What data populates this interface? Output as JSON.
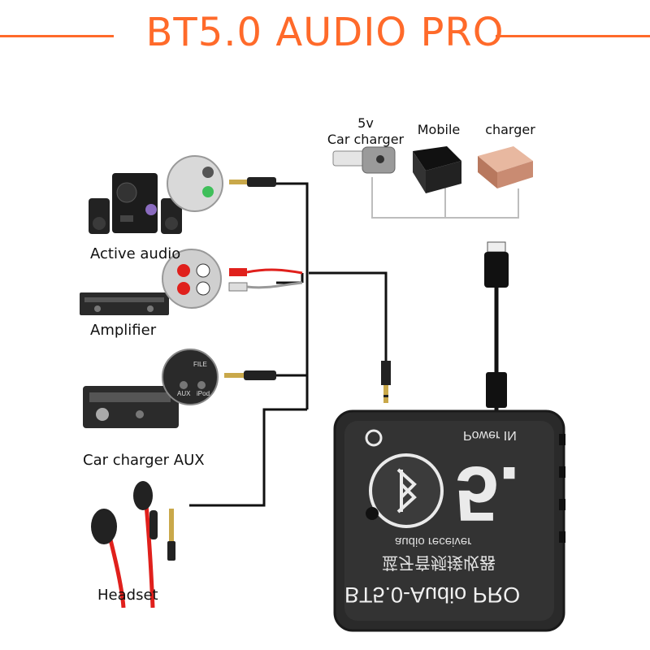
{
  "header": {
    "title": "BT5.0 AUDIO PRO"
  },
  "power_sources": [
    {
      "label": "5v\nCar charger"
    },
    {
      "label": "Mobile"
    },
    {
      "label": "charger"
    }
  ],
  "devices": [
    {
      "label": "Active audio"
    },
    {
      "label": "Amplifier"
    },
    {
      "label": "Car charger AUX"
    },
    {
      "label": "Headset"
    }
  ],
  "module": {
    "power_in": "Power IN",
    "big_number": "5.",
    "chinese_text": "蓝牙音频接收器",
    "subtitle": "audio receiver",
    "model": "BT5.0-Audio PRO"
  },
  "jack_labels": {
    "aux": "AUX",
    "ipod": "iPod",
    "file": "FILE"
  },
  "colors": {
    "accent": "#ff6a2a",
    "cable": "#111111",
    "gray_line": "#bdbdbd",
    "red_cable": "#e0201c"
  }
}
